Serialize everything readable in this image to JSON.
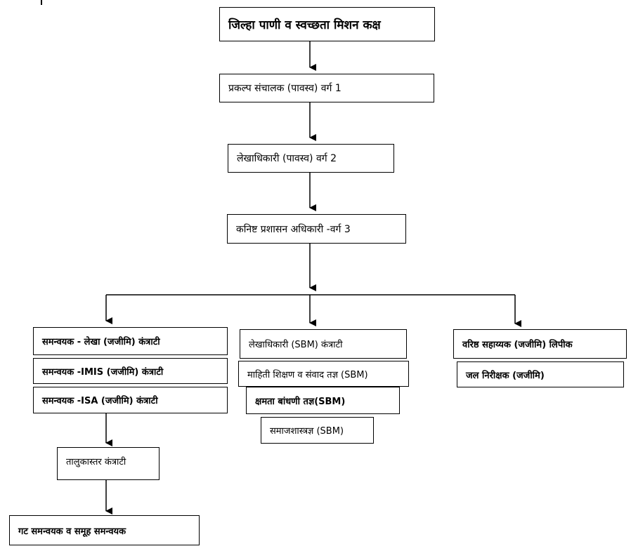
{
  "nodes": {
    "mission_cell": "जिल्हा पाणी व स्वच्छता मिशन कक्ष",
    "project_director": "प्रकल्प संचालक (पावस्व) वर्ग 1",
    "accounts_officer": "लेखाधिकारी (पावस्व) वर्ग 2",
    "junior_admin_officer": "कनिष्ट प्रशासन अधिकारी -वर्ग 3",
    "coordinator_accounts": "समन्वयक - लेखा (जजीमि) कंत्राटी",
    "coordinator_imis": "समन्वयक -IMIS (जजीमि) कंत्राटी",
    "coordinator_isa": "समन्वयक -ISA (जजीमि) कंत्राटी",
    "taluka_contract": "तालुकास्तर कंत्राटी",
    "group_coordinator": "गट समन्वयक व समूह समन्वयक",
    "sbm_accounts_officer": "लेखाधिकारी (SBM) कंत्राटी",
    "iec_expert": "माहिती शिक्षण व संवाद तज्ञ (SBM)",
    "capacity_building_expert": "क्षमता बांधणी तज्ञ(SBM)",
    "sociologist": "समाजशास्त्रज्ञ (SBM)",
    "senior_assistant": "वरिष्ठ सहाय्यक  (जजीमि) लिपीक",
    "water_inspector": "जल निरीक्षक (जजीमि)"
  }
}
